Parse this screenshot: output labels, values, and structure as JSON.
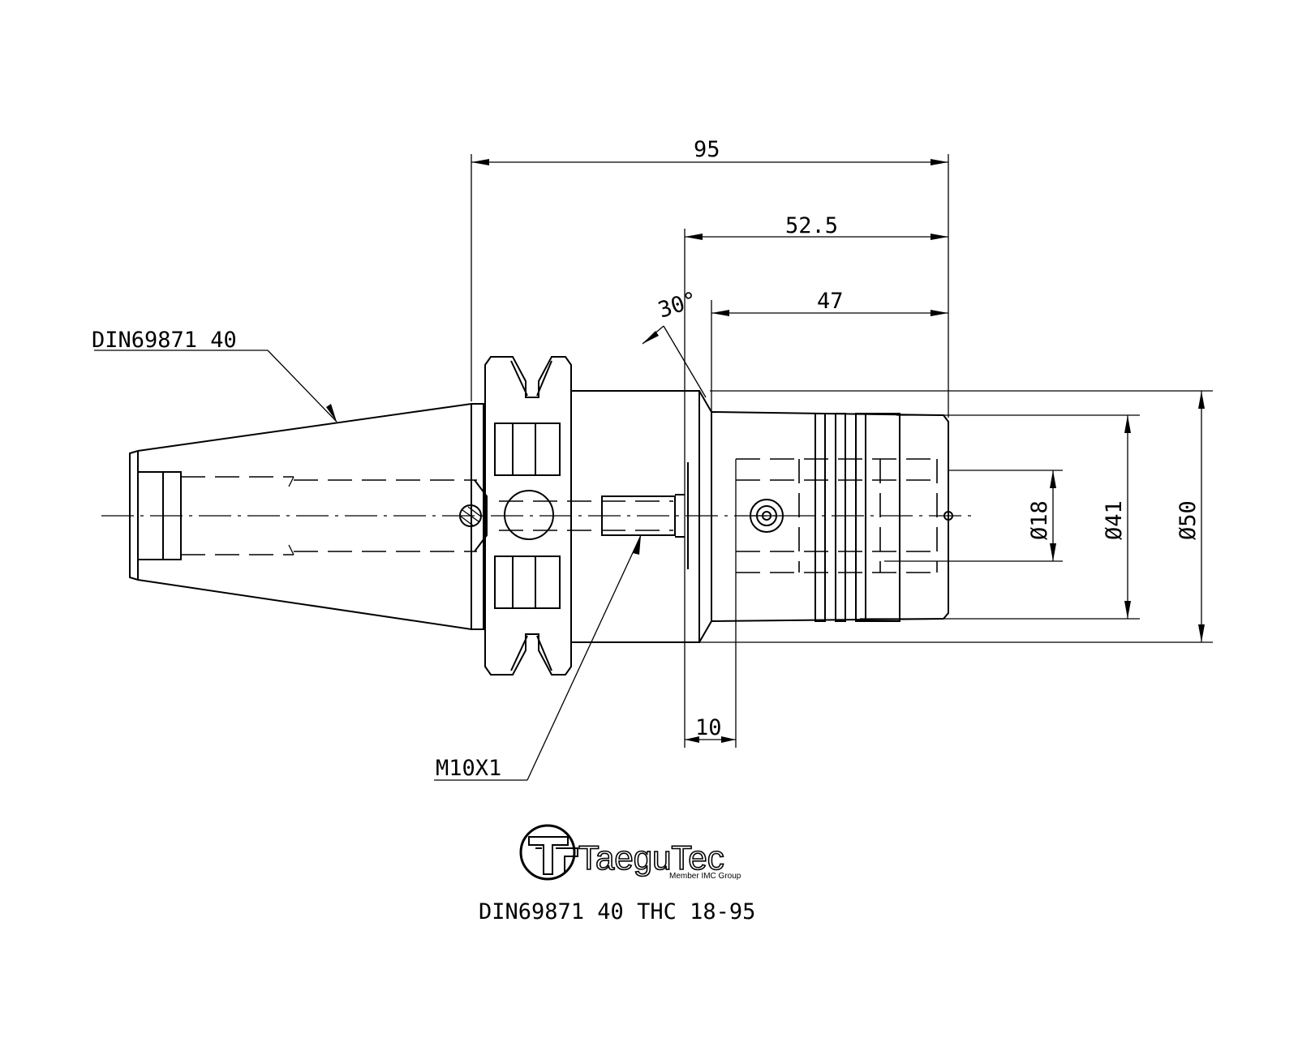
{
  "labels": {
    "standard": "DIN69871 40",
    "thread": "M10X1",
    "angle": "30°",
    "part_number": "DIN69871 40 THC 18-95"
  },
  "dimensions": {
    "overall_length": "95",
    "clamp_length": "52.5",
    "body_length": "47",
    "flange_offset": "10",
    "bore_diameter": "Ø18",
    "body_diameter": "Ø41",
    "neck_diameter": "Ø50"
  },
  "logo": {
    "brand": "TaeguTec",
    "tagline": "Member IMC Group"
  }
}
